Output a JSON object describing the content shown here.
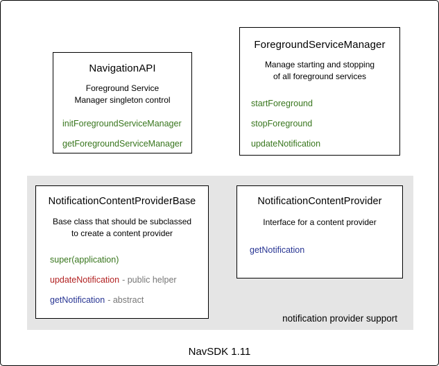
{
  "navigation_api": {
    "title": "NavigationAPI",
    "desc1": "Foreground Service",
    "desc2": "Manager singleton control",
    "method1": "initForegroundServiceManager",
    "method2": "getForegroundServiceManager"
  },
  "foreground_service_manager": {
    "title": "ForegroundServiceManager",
    "desc1": "Manage starting and stopping",
    "desc2": "of all foreground services",
    "method1": "startForeground",
    "method2": "stopForeground",
    "method3": "updateNotification"
  },
  "notification_content_provider_base": {
    "title": "NotificationContentProviderBase",
    "desc1": "Base class that should be subclassed",
    "desc2": "to create a content provider",
    "method1": "super(application)",
    "method2": "updateNotification",
    "method2_suffix": "public helper",
    "method3": "getNotification",
    "method3_suffix": "abstract"
  },
  "notification_content_provider": {
    "title": "NotificationContentProvider",
    "desc1": "Interface for a content provider",
    "method1": "getNotification"
  },
  "group_label": "notification provider support",
  "footer": "NavSDK 1.11",
  "colors": {
    "method_green": "#38761d",
    "method_red": "#b22222",
    "method_blue": "#283593",
    "annotation_gray": "#777777",
    "group_background": "#e5e5e5",
    "box_border": "#000000"
  }
}
